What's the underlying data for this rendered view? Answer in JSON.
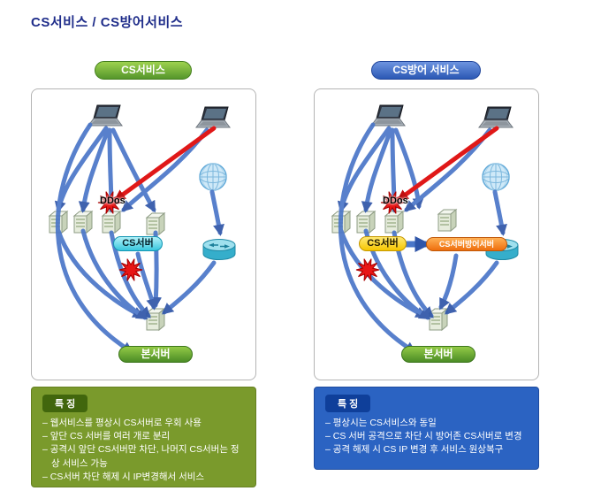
{
  "page": {
    "title": "CS서비스 / CS방어서비스"
  },
  "colors": {
    "title_navy": "#1f2d8a",
    "badge_green": "#55962b",
    "badge_blue": "#2b58b4",
    "arrow_blue": "#4a76c8",
    "attack_red": "#e01818",
    "features_left_bg": "#7a9a2c",
    "features_right_bg": "#2b63c2",
    "cs_server_cyan": "#38c6dd",
    "cs_server_yellow": "#f6c600",
    "defense_orange": "#ee6f0e",
    "main_server_green": "#4b8c26"
  },
  "left_panel": {
    "badge": "CS서비스",
    "ddos_label": "DDos",
    "cs_server_label": "CS서버",
    "main_server_label": "본서버",
    "features": {
      "header": "특 징",
      "items": [
        "– 웹서비스를 평상시 CS서버로 우회 사용",
        "– 앞단 CS 서버를 여러 개로 분리",
        "– 공격시 앞단 CS서버만 차단, 나머지 CS서버는 정상 서비스 가능",
        "– CS서버 차단 해제 시 IP변경해서 서비스"
      ]
    }
  },
  "right_panel": {
    "badge": "CS방어 서비스",
    "ddos_label": "DDos",
    "cs_server_label": "CS서버",
    "defense_server_label": "CS서버방어서버",
    "main_server_label": "본서버",
    "features": {
      "header": "특 징",
      "items": [
        "– 평상시는 CS서비스와 동일",
        "– CS 서버 공격으로 차단 시 방어존 CS서버로 변경",
        "– 공격 해제 시 CS IP 변경 후  서비스 원상복구"
      ]
    }
  }
}
